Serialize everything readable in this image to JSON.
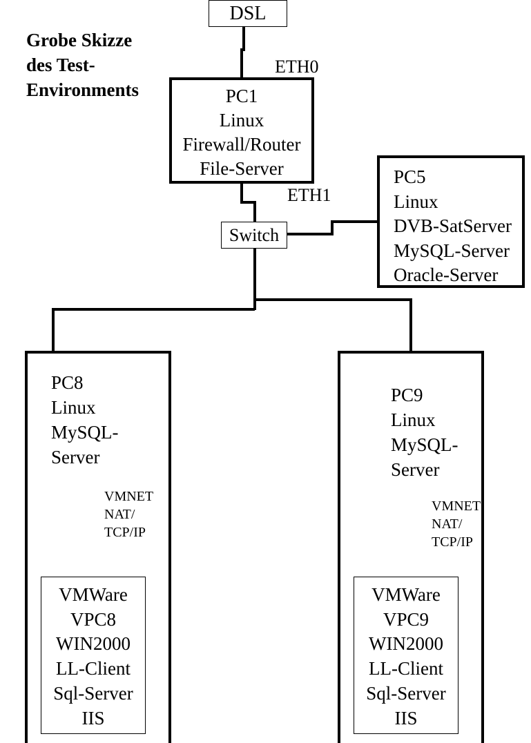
{
  "diagram": {
    "title_lines": [
      "Grobe Skizze",
      "des Test-",
      "Environments"
    ],
    "nodes": {
      "dsl": {
        "label": "DSL"
      },
      "pc1": {
        "lines": [
          "PC1",
          "Linux",
          "Firewall/Router",
          "File-Server"
        ]
      },
      "switch": {
        "label": "Switch"
      },
      "pc5": {
        "lines": [
          "PC5",
          "Linux",
          "DVB-SatServer",
          "MySQL-Server",
          "Oracle-Server"
        ]
      },
      "pc8": {
        "lines": [
          "PC8",
          "Linux",
          "MySQL-",
          "Server"
        ],
        "network_lines": [
          "VMNET",
          "NAT/",
          "TCP/IP"
        ],
        "vm": {
          "lines": [
            "VMWare",
            "VPC8",
            "WIN2000",
            "LL-Client",
            "Sql-Server",
            "IIS"
          ]
        }
      },
      "pc9": {
        "lines": [
          "PC9",
          "Linux",
          "MySQL-",
          "Server"
        ],
        "network_lines": [
          "VMNET",
          "NAT/",
          "TCP/IP"
        ],
        "vm": {
          "lines": [
            "VMWare",
            "VPC9",
            "WIN2000",
            "LL-Client",
            "Sql-Server",
            "IIS"
          ]
        }
      }
    },
    "ports": {
      "eth0": "ETH0",
      "eth1": "ETH1"
    },
    "edges": [
      {
        "from": "dsl",
        "to": "pc1",
        "via": "eth0",
        "style": "thick"
      },
      {
        "from": "pc1",
        "to": "switch",
        "via": "eth1",
        "style": "thick"
      },
      {
        "from": "switch",
        "to": "pc5",
        "style": "thick"
      },
      {
        "from": "switch",
        "to": "pc8",
        "style": "thick"
      },
      {
        "from": "switch",
        "to": "pc9",
        "style": "thick"
      },
      {
        "from": "pc8",
        "to": "pc8.vm",
        "via": "VMNET NAT/ TCP/IP",
        "style": "thin"
      },
      {
        "from": "pc9",
        "to": "pc9.vm",
        "via": "VMNET NAT/ TCP/IP",
        "style": "thin"
      }
    ]
  }
}
